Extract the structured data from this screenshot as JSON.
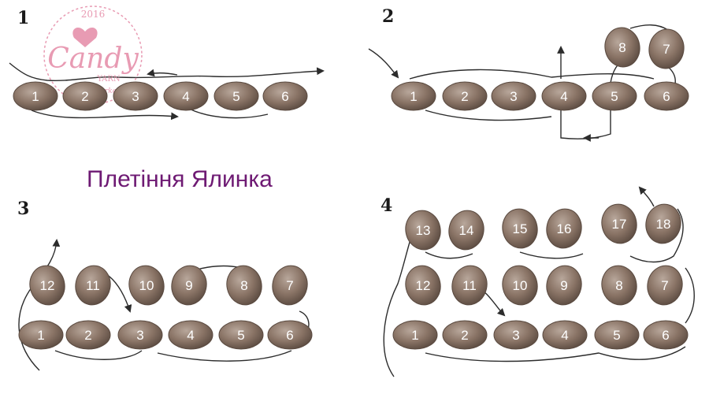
{
  "title": "Плетіння Ялинка",
  "logo": {
    "year": "2016",
    "brand": "Candy",
    "sub": "YARN",
    "tagline": "•hobby market•"
  },
  "colors": {
    "bead_fill": "#8a7466",
    "bead_dark": "#5a4a40",
    "title": "#6e1a73",
    "logo": "#e58aa6"
  },
  "panels": [
    {
      "label": "1"
    },
    {
      "label": "2"
    },
    {
      "label": "3"
    },
    {
      "label": "4"
    }
  ],
  "beads": {
    "p1": [
      "1",
      "2",
      "3",
      "4",
      "5",
      "6"
    ],
    "p2_bottom": [
      "1",
      "2",
      "3",
      "4",
      "5",
      "6"
    ],
    "p2_top": [
      "8",
      "7"
    ],
    "p3_bottom": [
      "1",
      "2",
      "3",
      "4",
      "5",
      "6"
    ],
    "p3_mid": [
      "12",
      "11",
      "10",
      "9",
      "8",
      "7"
    ],
    "p4_bottom": [
      "1",
      "2",
      "3",
      "4",
      "5",
      "6"
    ],
    "p4_mid": [
      "12",
      "11",
      "10",
      "9",
      "8",
      "7"
    ],
    "p4_top": [
      "13",
      "14",
      "15",
      "16",
      "17",
      "18"
    ]
  }
}
